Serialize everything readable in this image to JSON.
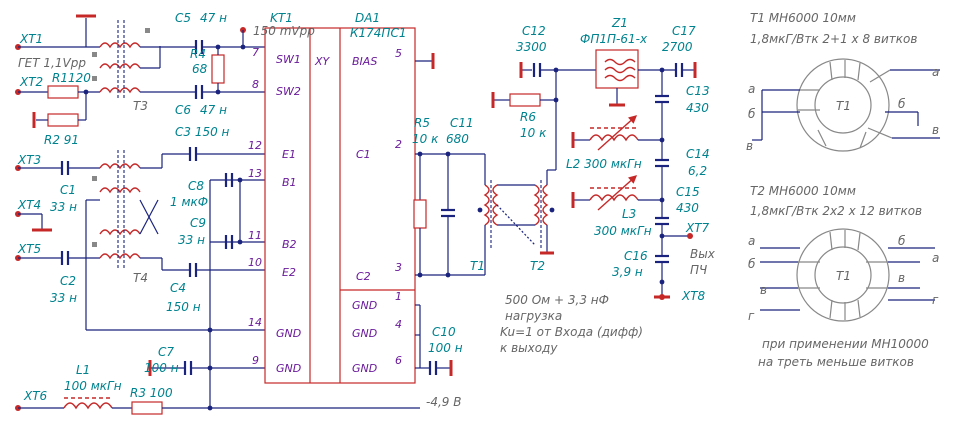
{
  "left": {
    "xt1": "XT1",
    "xt2": "XT2",
    "xt3": "XT3",
    "xt4": "XT4",
    "xt5": "XT5",
    "xt6": "XT6",
    "get_note": "ГЕТ 1,1Vpp",
    "r1": "R1120",
    "r2": "R2  91",
    "t3": "T3",
    "t4": "T4",
    "c1": "C1",
    "c1v": "33 н",
    "c2": "C2",
    "c2v": "33 н",
    "c3": "C3  150 н",
    "c4": "C4",
    "c4v": "150 н",
    "c5": "C5",
    "c5v": "47 н",
    "c6": "C6",
    "c6v": "47 н",
    "r4": "R4",
    "r4v": "68",
    "c8": "C8",
    "c8v": "1 мкФ",
    "c9": "C9",
    "c9v": "33 н",
    "c7": "C7",
    "c7v": "100 н",
    "l1": "L1",
    "l1v": "100 мкГн",
    "r3": "R3 100"
  },
  "chip": {
    "kt1": "KT1",
    "kt1_note": "150 mVpp",
    "da1": "DA1",
    "da1_part": "К174ПС1",
    "xy": "XY",
    "pins_left": [
      "SW1",
      "SW2",
      "E1",
      "B1",
      "B2",
      "E2",
      "GND",
      "GND"
    ],
    "pins_left_nums": [
      "7",
      "8",
      "12",
      "13",
      "11",
      "10",
      "14",
      "9"
    ],
    "pins_right": [
      "BIAS",
      "C1",
      "C2",
      "GND",
      "GND",
      "GND"
    ],
    "pins_right_nums": [
      "5",
      "2",
      "3",
      "1",
      "4",
      "6"
    ]
  },
  "middle": {
    "r5": "R5",
    "r5v": "10 к",
    "c11": "C11",
    "c11v": "680",
    "c10": "C10",
    "c10v": "100 н",
    "supply": "-4,9 В",
    "t1": "T1",
    "t2": "T2",
    "r6": "R6",
    "r6v": "10 к",
    "c12": "C12",
    "c12v": "3300",
    "load_notes": [
      "500 Ом + 3,3 нФ",
      "нагрузка",
      "Ku=1 от Входа (дифф)",
      "к выходу"
    ]
  },
  "filter": {
    "z1": "Z1",
    "z1_part": "ФП1П-61-х",
    "c17": "C17",
    "c17v": "2700",
    "c13": "C13",
    "c13v": "430",
    "c14": "C14",
    "c14v": "6,2",
    "c15": "C15",
    "c15v": "430",
    "c16": "C16",
    "c16v": "3,9 н",
    "l2": "L2  300 мкГн",
    "l3": "L3",
    "l3v": "300 мкГн",
    "xt7": "XT7",
    "xt8": "XT8",
    "out_label": "Вых",
    "out_label2": "ПЧ"
  },
  "legend": {
    "t1_title": "T1  МН6000  10мм",
    "t1_spec": "1,8мкГ/Втк   2+1 х 8 витков",
    "t2_title": "T2  МН6000   10мм",
    "t2_spec": "1,8мкГ/Втк   2х2 х 12 витков",
    "core1_label": "T1",
    "core2_label": "T1",
    "core1_pins": [
      "а",
      "б",
      "а",
      "в",
      "б",
      "в"
    ],
    "core2_pins": [
      "а",
      "б",
      "в",
      "б",
      "г",
      "в",
      "а",
      "г"
    ],
    "note1": "при применении МН10000",
    "note2": "на треть меньше витков"
  }
}
